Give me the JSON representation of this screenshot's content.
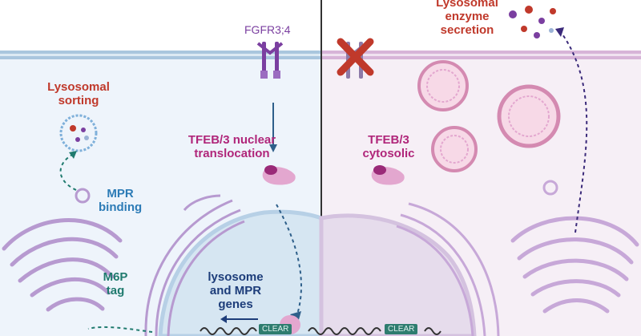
{
  "labels": {
    "fgfr": "FGFR3;4",
    "lysosomal_sorting_1": "Lysosomal",
    "lysosomal_sorting_2": "sorting",
    "tfeb_nuclear_1": "TFEB/3 nuclear",
    "tfeb_nuclear_2": "translocation",
    "tfeb_cytosolic_1": "TFEB/3",
    "tfeb_cytosolic_2": "cytosolic",
    "mpr_binding_1": "MPR",
    "mpr_binding_2": "binding",
    "m6p_tag_1": "M6P",
    "m6p_tag_2": "tag",
    "genes_1": "lysosome",
    "genes_2": "and MPR",
    "genes_3": "genes",
    "secretion_1": "Lysosomal",
    "secretion_2": "enzyme",
    "secretion_3": "secretion",
    "clear_left": "CLEAR",
    "clear_right": "CLEAR"
  },
  "colors": {
    "left_panel": "#eef4fb",
    "right_panel": "#f6eff6",
    "membrane_left": "#a9c6de",
    "membrane_right": "#d7b4d8",
    "red_label": "#c0392b",
    "magenta_label": "#b0267a",
    "purple_label": "#7b3fa0",
    "blue_label": "#2c7bb6",
    "teal_label": "#1f7a6e",
    "navy_label": "#1d3d7a",
    "golgi": "#b79ad0",
    "nucleus": "#d6e6f2",
    "tfeb": "#e3a7cf",
    "clear_box": "#2e7d6f",
    "cross": "#c0392b"
  },
  "icons": [
    "fgfr-receptor-icon",
    "receptor-blocked-icon",
    "tfeb-protein-icon",
    "lysosome-icon",
    "golgi-icon",
    "enzyme-icon",
    "dna-icon",
    "x-cross-icon"
  ]
}
